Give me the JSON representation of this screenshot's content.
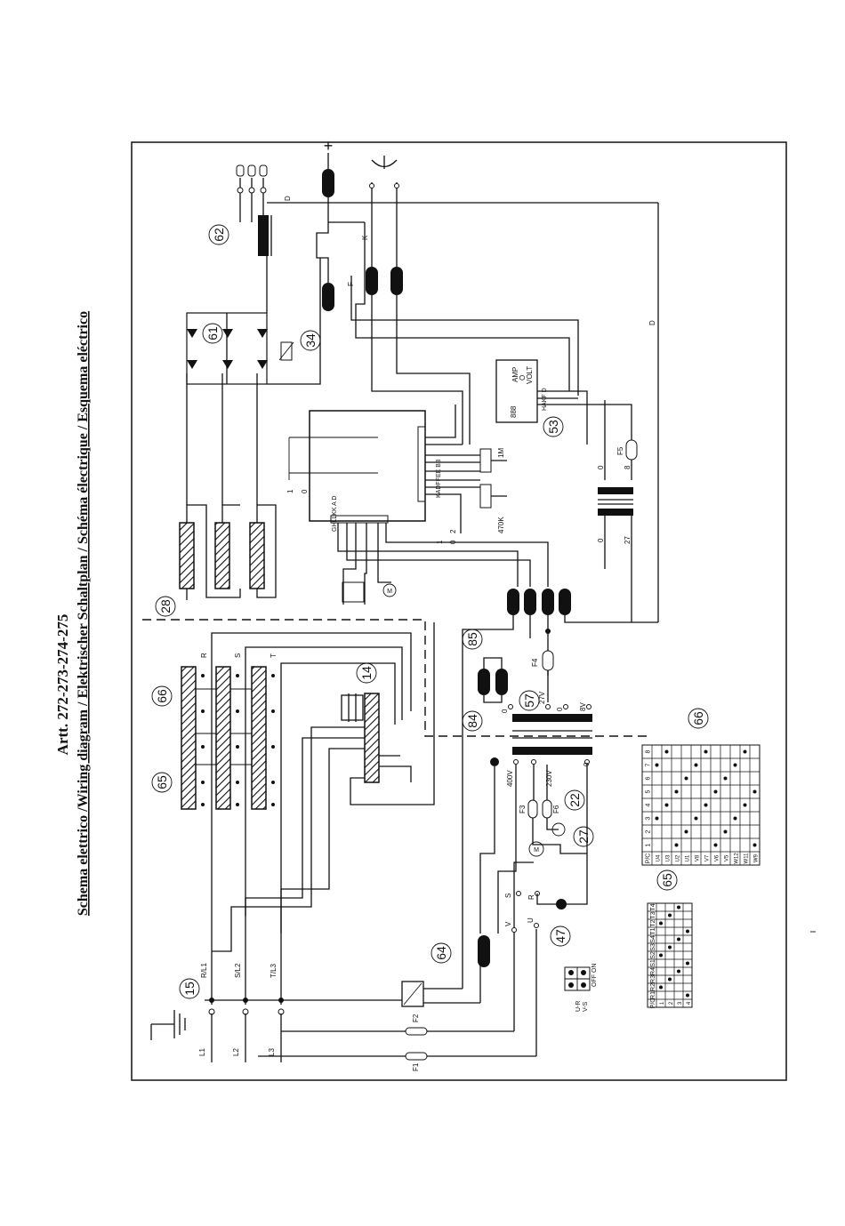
{
  "header": {
    "title": "Artt. 272-273-274-275",
    "subtitle": "Schema elettrico /Wiring diagram / Elektrischer Schaltplan / Schéma électrique / Esquema eléctrico"
  },
  "components": {
    "c15": "15",
    "c65a": "65",
    "c66a": "66",
    "c14": "14",
    "c28": "28",
    "c61": "61",
    "c34": "34",
    "c62": "62",
    "c53": "53",
    "c85": "85",
    "c84": "84",
    "c57": "57",
    "c22": "22",
    "c27": "27",
    "c64": "64",
    "c47": "47",
    "c65b": "65",
    "c66b": "66"
  },
  "labels": {
    "L1": "L1",
    "L2": "L2",
    "L3": "L3",
    "R1": "R/L1",
    "S2": "S/L2",
    "T3": "T/L3",
    "F1": "F1",
    "F2": "F2",
    "F3": "F3",
    "F4": "F4",
    "F5": "F5",
    "F6": "F6",
    "R": "R",
    "S": "S",
    "T": "T",
    "U": "U",
    "V": "V",
    "D": "D",
    "K": "K",
    "F": "F",
    "v400": "400V",
    "v230": "230V",
    "v27": "27V",
    "v8": "8V",
    "zero": "0",
    "n8": "8",
    "n27": "27",
    "r1m": "1M",
    "r470k": "470K",
    "sel10": "1",
    "sel00": "0",
    "sel1": "1",
    "sel0": "0",
    "sel2": "2",
    "ctrlPins": "KADFFEE BB",
    "ctrlPinsLeft": "GHLLKK A D",
    "meter": "AMP",
    "meterO": "O",
    "meterV": "VOLT",
    "meterPins": "HAKF D",
    "selUR": "U-R",
    "selVS": "V-S",
    "selOff": "OFF ON",
    "m": "M"
  },
  "table66": {
    "header": [
      "P/C",
      "1",
      "2",
      "3",
      "4",
      "5",
      "6",
      "7",
      "8"
    ],
    "rows": [
      "U4",
      "U3",
      "U2",
      "U1",
      "V8",
      "V7",
      "V6",
      "V5",
      "W12",
      "W11",
      "W9"
    ]
  },
  "table65": {
    "header": [
      "P/C",
      "R1",
      "R2",
      "R3",
      "R4",
      "S1",
      "S2",
      "S3",
      "S4",
      "T1",
      "T2",
      "T3",
      "T4"
    ],
    "rows": [
      "1",
      "2",
      "3",
      "4"
    ]
  }
}
